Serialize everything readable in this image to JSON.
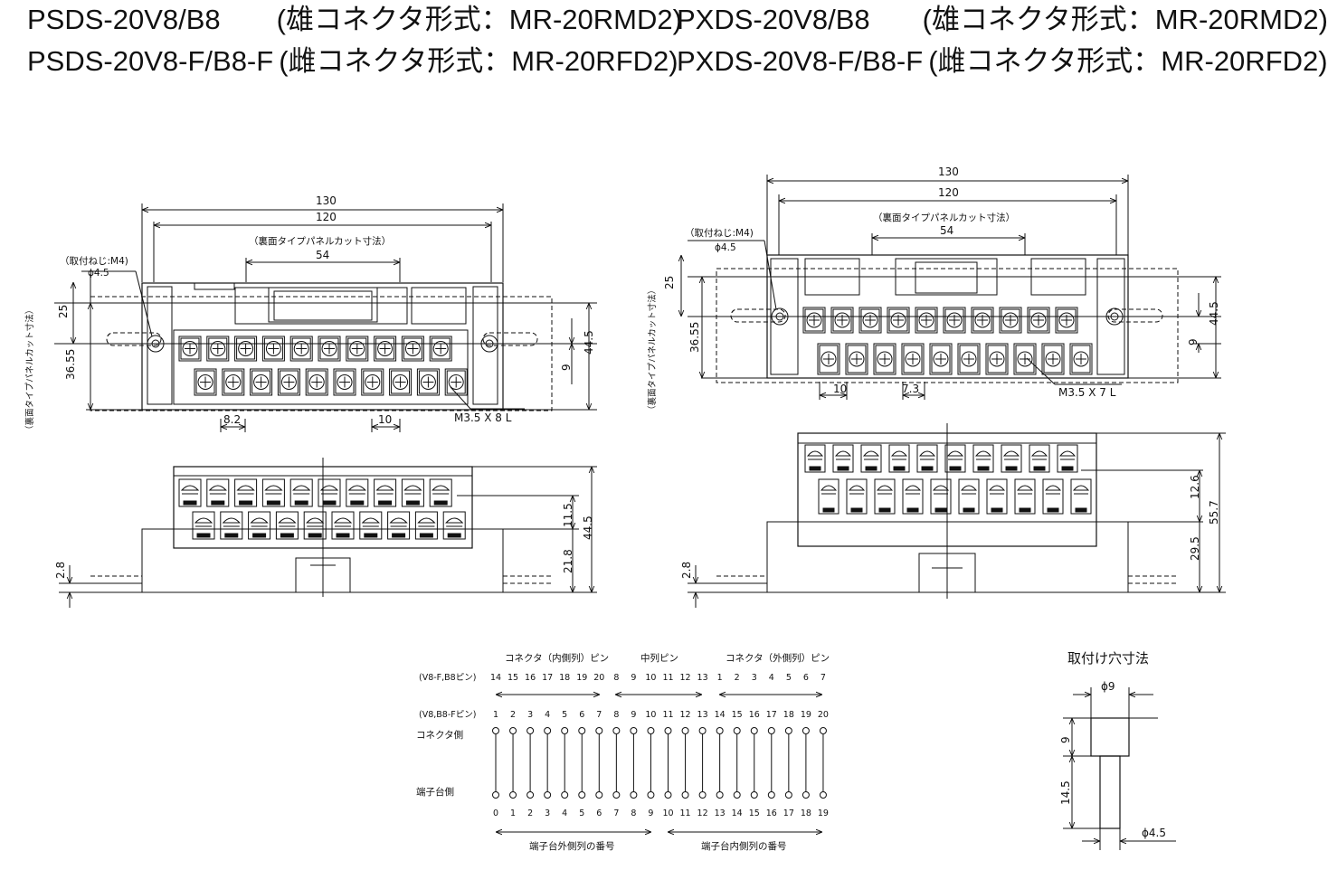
{
  "titles": {
    "left_line1_model": "PSDS-20V8/B8",
    "left_line1_connector": "(雄コネクタ形式：MR-20RMD2)",
    "left_line2_model": "PSDS-20V8-F/B8-F",
    "left_line2_connector": "(雌コネクタ形式：MR-20RFD2)",
    "right_line1_model": "PXDS-20V8/B8",
    "right_line1_connector": "(雄コネクタ形式：MR-20RMD2)",
    "right_line2_model": "PXDS-20V8-F/B8-F",
    "right_line2_connector": "(雌コネクタ形式：MR-20RFD2)"
  },
  "left_top": {
    "dim_130": "130",
    "dim_120": "120",
    "cutout_label": "（裏面タイプパネルカット寸法）",
    "dim_54": "54",
    "screw_label": "（取付ねじ:M4)",
    "phi_label": "ϕ4.5",
    "dim_25": "25",
    "dim_3655": "36.55",
    "dim_445": "44.5",
    "dim_9": "9",
    "dim_82": "8.2",
    "dim_10": "10",
    "screw_spec": "M3.5 X 8 L",
    "vertical_label": "（裏面タイプパネルカット寸法）"
  },
  "left_side": {
    "dim_115": "11.5",
    "dim_445": "44.5",
    "dim_218": "21.8",
    "dim_28": "2.8"
  },
  "right_top": {
    "dim_130": "130",
    "dim_120": "120",
    "cutout_label": "（裏面タイプパネルカット寸法）",
    "dim_54": "54",
    "screw_label": "（取付ねじ:M4)",
    "phi_label": "ϕ4.5",
    "dim_25": "25",
    "dim_3655": "36.55",
    "dim_445": "44.5",
    "dim_9": "9",
    "dim_10": "10",
    "dim_73": "7.3",
    "screw_spec": "M3.5 X 7 L",
    "vertical_label": "（裏面タイプパネルカット寸法）"
  },
  "right_side": {
    "dim_126": "12.6",
    "dim_557": "55.7",
    "dim_295": "29.5",
    "dim_28": "2.8"
  },
  "pinmap": {
    "group_inner": "コネクタ（内側列）ピン",
    "group_middle": "中列ピン",
    "group_outer": "コネクタ（外側列）ピン",
    "row_f_label": "(V8-F,B8ピン)",
    "row_f_pins": [
      "14",
      "15",
      "16",
      "17",
      "18",
      "19",
      "20",
      "8",
      "9",
      "10",
      "11",
      "12",
      "13",
      "1",
      "2",
      "3",
      "4",
      "5",
      "6",
      "7"
    ],
    "row_m_label": "(V8,B8-Fピン)",
    "row_m_pins": [
      "1",
      "2",
      "3",
      "4",
      "5",
      "6",
      "7",
      "8",
      "9",
      "10",
      "11",
      "12",
      "13",
      "14",
      "15",
      "16",
      "17",
      "18",
      "19",
      "20"
    ],
    "connector_side": "コネクタ側",
    "terminal_side": "端子台側",
    "terminal_nums": [
      "0",
      "1",
      "2",
      "3",
      "4",
      "5",
      "6",
      "7",
      "8",
      "9",
      "10",
      "11",
      "12",
      "13",
      "14",
      "15",
      "16",
      "17",
      "18",
      "19"
    ],
    "outer_row_label": "端子台外側列の番号",
    "inner_row_label": "端子台内側列の番号"
  },
  "mount_hole": {
    "title": "取付け穴寸法",
    "phi9": "ϕ9",
    "dim_9": "9",
    "dim_145": "14.5",
    "phi45": "ϕ4.5"
  }
}
